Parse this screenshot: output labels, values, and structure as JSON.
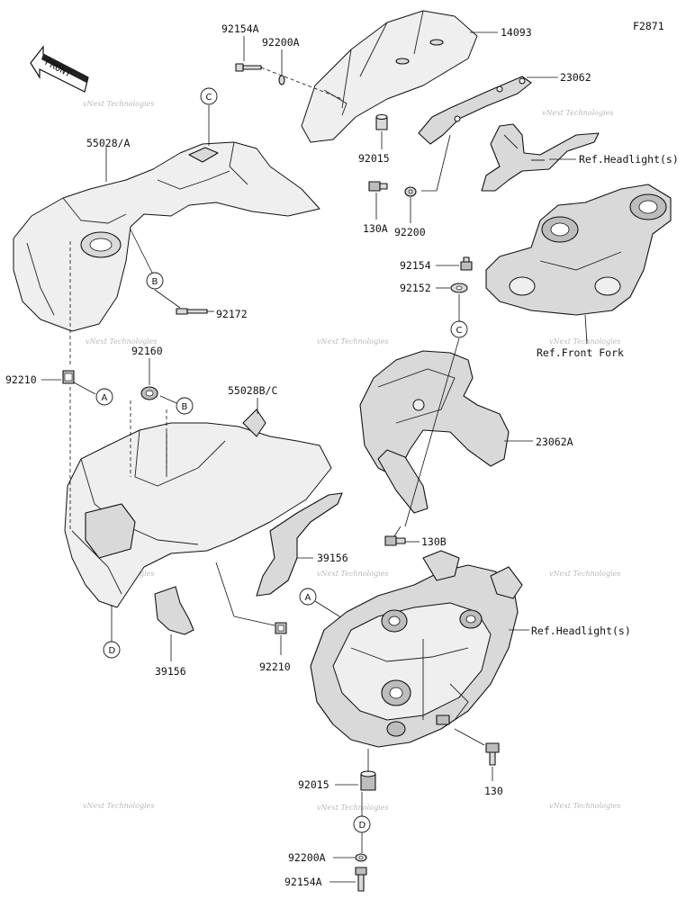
{
  "figure_code": "F2871",
  "front_label": "FRONT",
  "watermark": "vNext Technologies",
  "labels": {
    "p14093": "14093",
    "p92154A_top": "92154A",
    "p92200A_top": "92200A",
    "p23062": "23062",
    "ref_headlight_top": "Ref.Headlight(s)",
    "p92015_top": "92015",
    "p130A": "130A",
    "p92200": "92200",
    "p55028A": "55028/A",
    "p92154": "92154",
    "p92152": "92152",
    "p92172": "92172",
    "ref_front_fork": "Ref.Front Fork",
    "p92210_left": "92210",
    "p92160": "92160",
    "p55028BC": "55028B/C",
    "p23062A": "23062A",
    "p130B": "130B",
    "p39156_right": "39156",
    "ref_headlight_mid": "Ref.Headlight(s)",
    "p39156_left": "39156",
    "p92210_mid": "92210",
    "p130": "130",
    "p92015_bottom": "92015",
    "p92200A_bottom": "92200A",
    "p92154A_bottom": "92154A"
  },
  "callouts": {
    "a": "A",
    "b": "B",
    "c": "C",
    "d": "D"
  }
}
